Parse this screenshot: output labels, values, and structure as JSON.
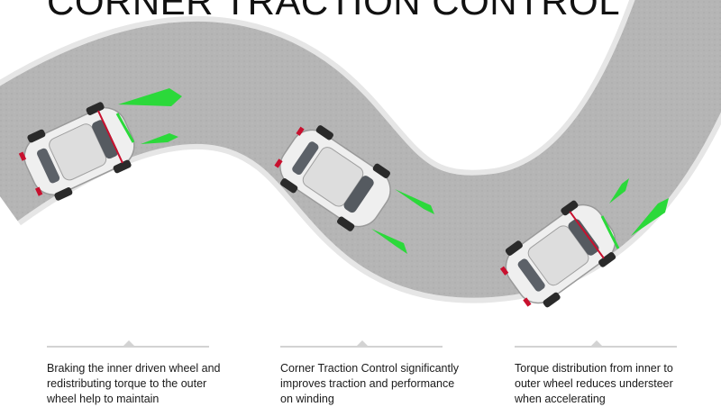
{
  "title": "CORNER TRACTION CONTROL",
  "colors": {
    "road": "#b5b5b5",
    "road_edge": "#e6e6e6",
    "car_body": "#efefef",
    "arrow": "#2bd93a",
    "tail_light": "#c8102e",
    "caption_rule": "#d3d3d3"
  },
  "captions": [
    {
      "text": "Braking the inner driven wheel and redistributing torque to the outer wheel help to maintain"
    },
    {
      "text": "Corner Traction Control significantly improves traction and performance on winding"
    },
    {
      "text": "Torque distribution from inner to outer wheel reduces understeer when accelerating"
    }
  ]
}
